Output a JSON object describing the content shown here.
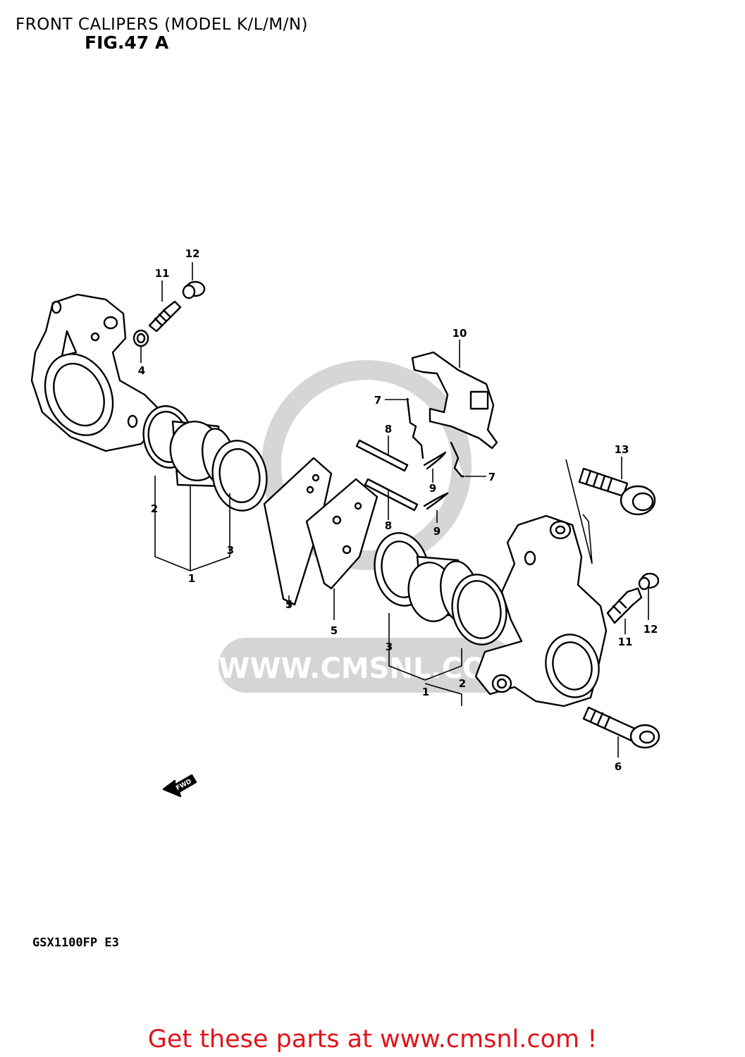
{
  "header": {
    "title": "FRONT CALIPERS (MODEL K/L/M/N)",
    "fig_label": "FIG.47 A"
  },
  "footer": {
    "model_code": "GSX1100FP  E3",
    "cta": "Get these parts at www.cmsnl.com !"
  },
  "watermark": {
    "text": "WWW.CMSNL.COM"
  },
  "fwd_arrow": {
    "label": "FWD"
  },
  "part_labels": [
    {
      "id": "p12a",
      "text": "12"
    },
    {
      "id": "p11a",
      "text": "11"
    },
    {
      "id": "p4",
      "text": "4"
    },
    {
      "id": "p2a",
      "text": "2"
    },
    {
      "id": "p1a",
      "text": "1"
    },
    {
      "id": "p3a",
      "text": "3"
    },
    {
      "id": "p5a",
      "text": "5"
    },
    {
      "id": "p5b",
      "text": "5"
    },
    {
      "id": "p7a",
      "text": "7"
    },
    {
      "id": "p8a",
      "text": "8"
    },
    {
      "id": "p8b",
      "text": "8"
    },
    {
      "id": "p9a",
      "text": "9"
    },
    {
      "id": "p9b",
      "text": "9"
    },
    {
      "id": "p10",
      "text": "10"
    },
    {
      "id": "p7b",
      "text": "7"
    },
    {
      "id": "p13",
      "text": "13"
    },
    {
      "id": "p11b",
      "text": "11"
    },
    {
      "id": "p12b",
      "text": "12"
    },
    {
      "id": "p3b",
      "text": "3"
    },
    {
      "id": "p2b",
      "text": "2"
    },
    {
      "id": "p1b",
      "text": "1"
    },
    {
      "id": "p6",
      "text": "6"
    }
  ]
}
